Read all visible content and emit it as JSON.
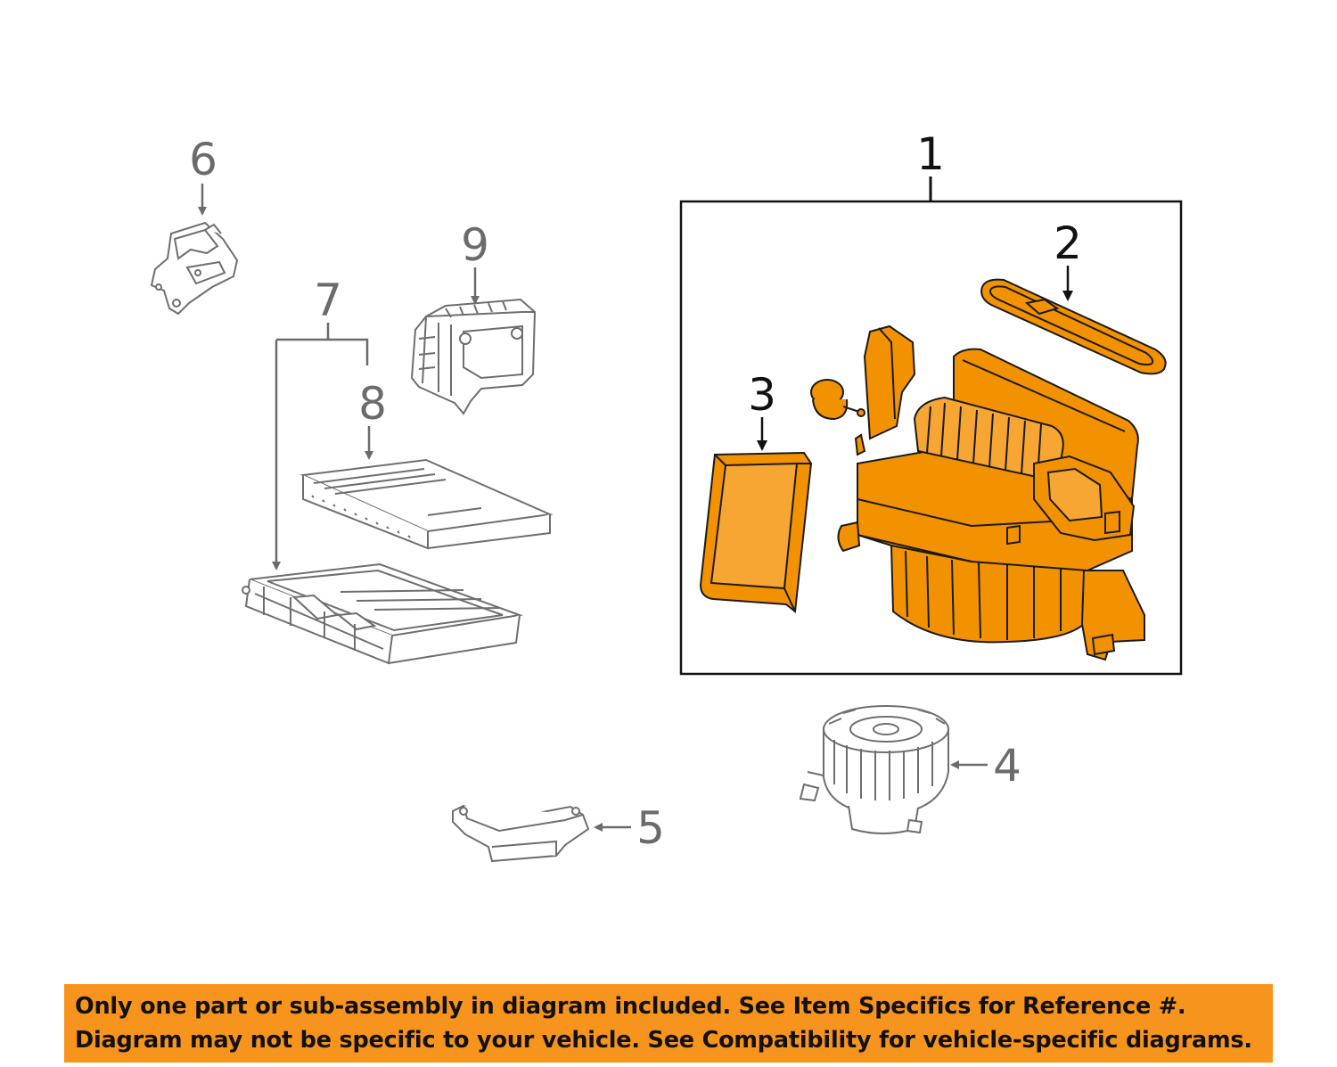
{
  "colors": {
    "part_line": "#6e6e6e",
    "part_fill": "#ffffff",
    "highlight_fill": "#f39200",
    "highlight_line": "#1a1a1a",
    "callout_gray": "#6b6b6b",
    "callout_black": "#111111",
    "banner_bg": "#f7941d"
  },
  "callouts": {
    "c1": "1",
    "c2": "2",
    "c3": "3",
    "c4": "4",
    "c5": "5",
    "c6": "6",
    "c7": "7",
    "c8": "8",
    "c9": "9"
  },
  "highlighted_callouts": [
    "1",
    "2",
    "3"
  ],
  "banner": {
    "line1": "Only one part or sub-assembly in diagram included. See Item Specifics for Reference #.",
    "line2": "Diagram may not be specific to your vehicle. See Compatibility for vehicle-specific diagrams."
  }
}
